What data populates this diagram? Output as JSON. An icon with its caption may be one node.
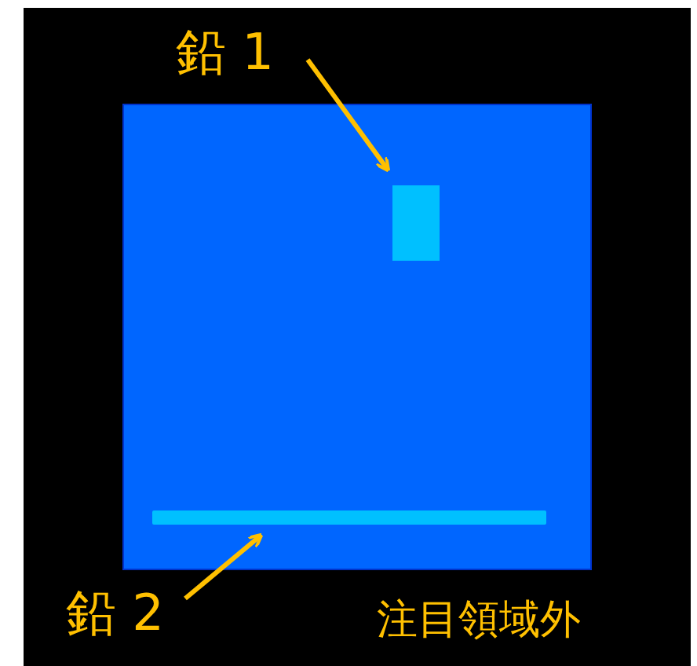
{
  "diagram": {
    "nodes": [
      {
        "text": [
          "鉛 1"
        ]
      },
      {
        "text": [],
        "shape": "box"
      },
      {
        "text": [
          "鉛 2"
        ]
      },
      {
        "text": [],
        "shape": "bar"
      }
    ],
    "edges": [
      {
        "from": 0,
        "to": 1,
        "arrow": "to"
      },
      {
        "from": 2,
        "to": 3,
        "arrow": "to"
      }
    ],
    "labels": [
      "注目領域外"
    ]
  }
}
